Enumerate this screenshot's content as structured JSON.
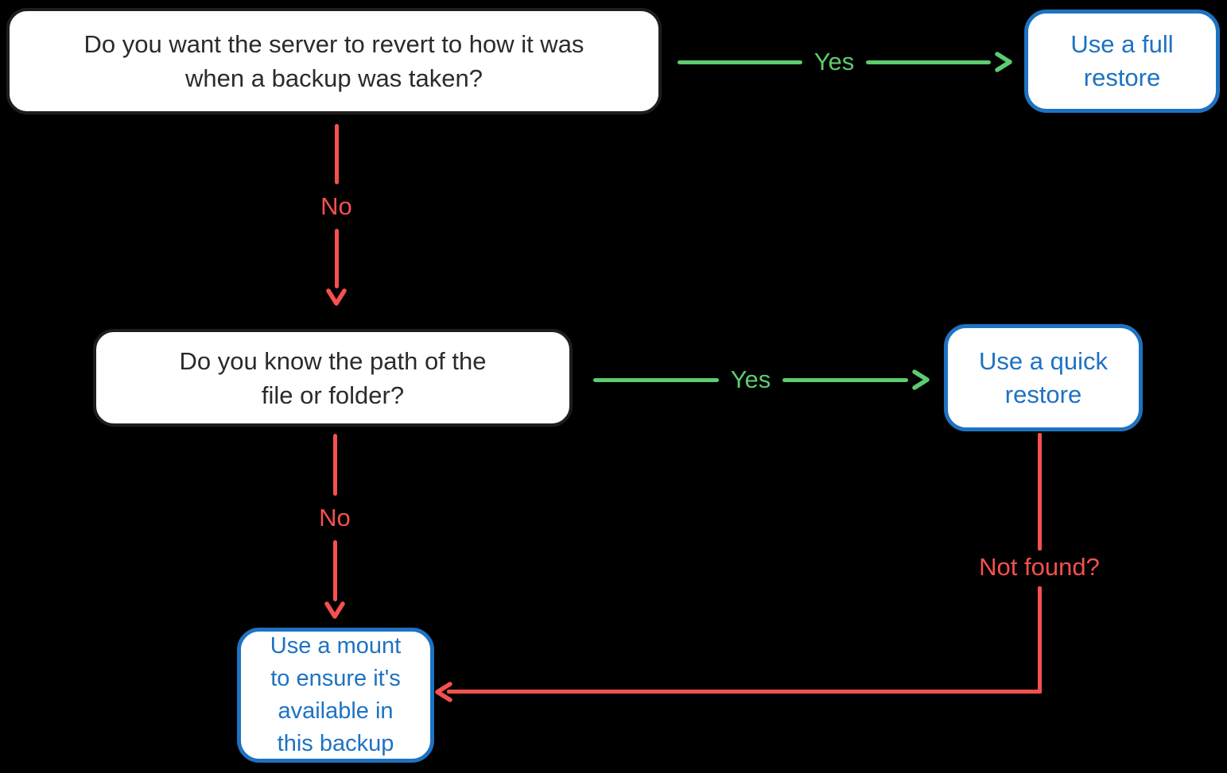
{
  "diagram": {
    "title": "Backup restore decision flowchart",
    "type": "flowchart"
  },
  "colors": {
    "background": "#000000",
    "box_fill": "#ffffff",
    "question_border": "#1e1e1e",
    "question_text": "#2b2b2b",
    "answer_blue": "#1e72c2",
    "yes_green": "#5dcb70",
    "no_red": "#f5514e"
  },
  "nodes": {
    "q_revert": {
      "kind": "question",
      "lines": [
        "Do you want the server to revert to how it was",
        "when a backup was taken?"
      ]
    },
    "full_restore": {
      "kind": "answer",
      "lines": [
        "Use a full",
        "restore"
      ]
    },
    "q_path": {
      "kind": "question",
      "lines": [
        "Do you know the path of the",
        "file or folder?"
      ]
    },
    "quick_restore": {
      "kind": "answer",
      "lines": [
        "Use a quick",
        "restore"
      ]
    },
    "mount": {
      "kind": "answer",
      "lines": [
        "Use a mount",
        "to ensure it's",
        "available in",
        "this backup"
      ]
    }
  },
  "edges": {
    "yes_full": {
      "label": "Yes",
      "from": "q_revert",
      "to": "full_restore"
    },
    "no_path": {
      "label": "No",
      "from": "q_revert",
      "to": "q_path"
    },
    "yes_quick": {
      "label": "Yes",
      "from": "q_path",
      "to": "quick_restore"
    },
    "no_mount": {
      "label": "No",
      "from": "q_path",
      "to": "mount"
    },
    "not_found": {
      "label": "Not found?",
      "from": "quick_restore",
      "to": "mount"
    }
  }
}
